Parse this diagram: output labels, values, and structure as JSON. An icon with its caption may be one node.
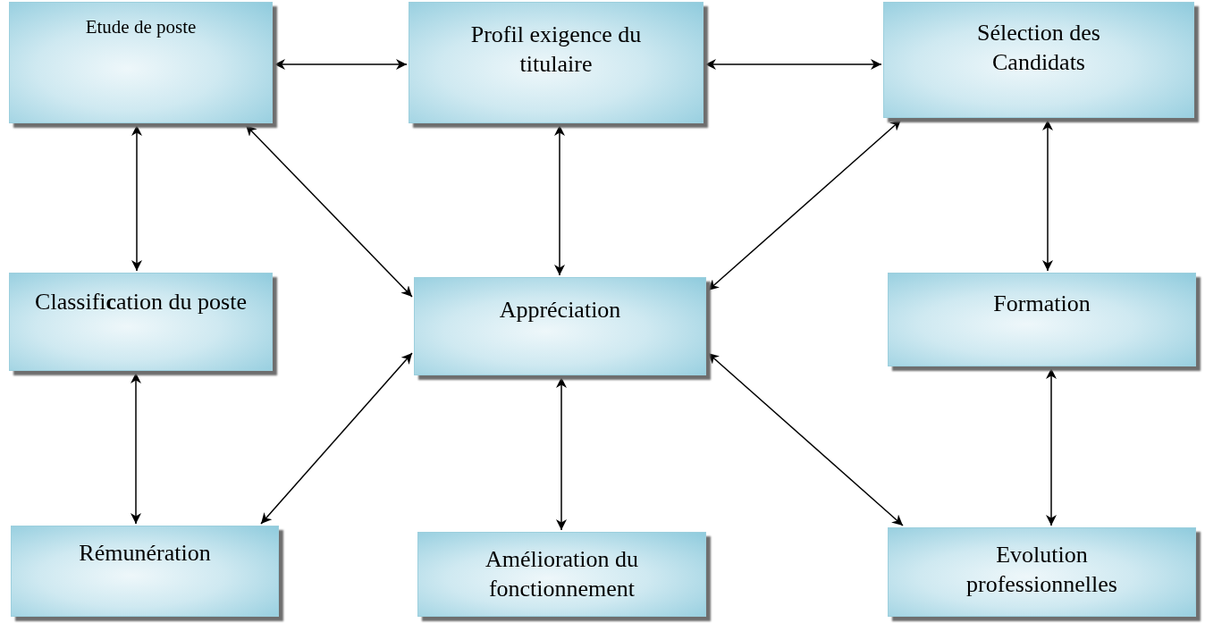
{
  "diagram": {
    "nodes": [
      {
        "text": [
          "Etude de poste"
        ]
      },
      {
        "text": [
          "Profil exigence du titulaire"
        ]
      },
      {
        "text": [
          "Sélection des Candidats"
        ]
      },
      {
        "text": [
          "Classifi**c**ation du poste"
        ]
      },
      {
        "text": [
          "Appréciation"
        ]
      },
      {
        "text": [
          "Formation"
        ]
      },
      {
        "text": [
          "Rémunération"
        ]
      },
      {
        "text": [
          "Amélioration du fonctionnement"
        ]
      },
      {
        "text": [
          "Evolution professionnelles"
        ]
      }
    ],
    "edges": [
      {
        "from": 0,
        "to": 1,
        "arrow": "both"
      },
      {
        "from": 1,
        "to": 2,
        "arrow": "both"
      },
      {
        "from": 0,
        "to": 3,
        "arrow": "both"
      },
      {
        "from": 0,
        "to": 4,
        "arrow": "both"
      },
      {
        "from": 1,
        "to": 4,
        "arrow": "both"
      },
      {
        "from": 2,
        "to": 4,
        "arrow": "both"
      },
      {
        "from": 2,
        "to": 5,
        "arrow": "both"
      },
      {
        "from": 3,
        "to": 6,
        "arrow": "both"
      },
      {
        "from": 4,
        "to": 6,
        "arrow": "both"
      },
      {
        "from": 4,
        "to": 7,
        "arrow": "both"
      },
      {
        "from": 4,
        "to": 8,
        "arrow": "both"
      },
      {
        "from": 5,
        "to": 8,
        "arrow": "both"
      }
    ]
  }
}
